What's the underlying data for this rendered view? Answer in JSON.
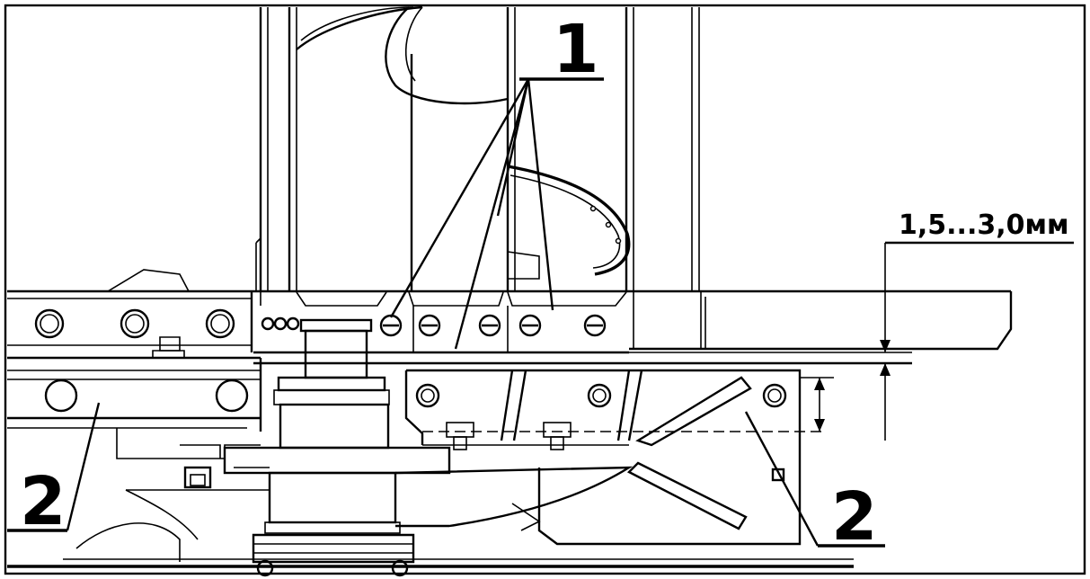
{
  "callouts": {
    "label_1": "1",
    "label_2_left": "2",
    "label_2_right": "2"
  },
  "dimension": {
    "gap_label": "1,5...3,0мм"
  },
  "colors": {
    "line": "#000000",
    "background": "#ffffff"
  }
}
